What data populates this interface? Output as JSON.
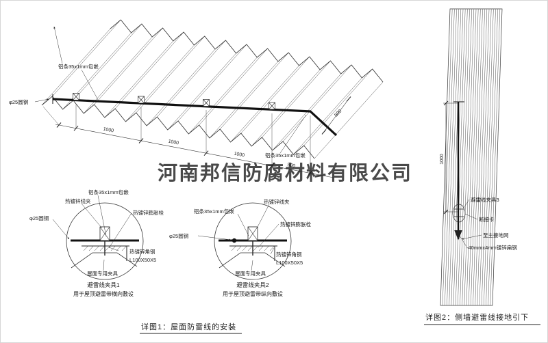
{
  "watermark": "河南邦信防腐材料有限公司",
  "colors": {
    "line": "#3a3a3a",
    "red": "#c02020",
    "watermark": "#a0a0a0"
  },
  "roof": {
    "label_strip_top": "铝条35x1mm包嵌",
    "label_strip_right": "铝条35x1mm包嵌",
    "label_rod": "φ25圆钢",
    "dim_1": "1000",
    "dim_2": "1000",
    "dim_3": "1000",
    "dim_4": "500",
    "dim_side": "500"
  },
  "detail1": {
    "label_clamp": "热镀锌线夹",
    "label_strip": "铝条35x1mm包嵌",
    "label_bolt": "热镀锌膨胀栓",
    "label_rod": "φ25圆钢",
    "label_angle_line1": "热镀锌角钢",
    "label_angle_line2": "L100X50X5",
    "label_fixture": "屋面专用夹具",
    "title": "避雷线夹具1",
    "subtitle": "用于屋顶避雷带横向敷设"
  },
  "detail2": {
    "label_strip": "铝条35x1mm包嵌",
    "label_clamp": "热镀锌线夹",
    "label_bolt": "热镀锌膨胀栓",
    "label_rod": "φ25圆钢",
    "label_angle_line1": "热镀锌角钢",
    "label_angle_line2": "L100X50X5",
    "label_fixture": "屋面专用夹具",
    "title": "避雷线夹具2",
    "subtitle": "用于屋顶避雷带纵向敷设"
  },
  "wall": {
    "dim": "1000",
    "label_clamp": "避雷线夹具3",
    "label_disconnect": "断接卡",
    "label_ground": "至主接地网",
    "label_flat_steel": "-40mmx4mm镀锌扁钢"
  },
  "captions": {
    "fig1": "详图1：屋面防雷线的安装",
    "fig2": "详图2：侧墙避雷线接地引下"
  }
}
